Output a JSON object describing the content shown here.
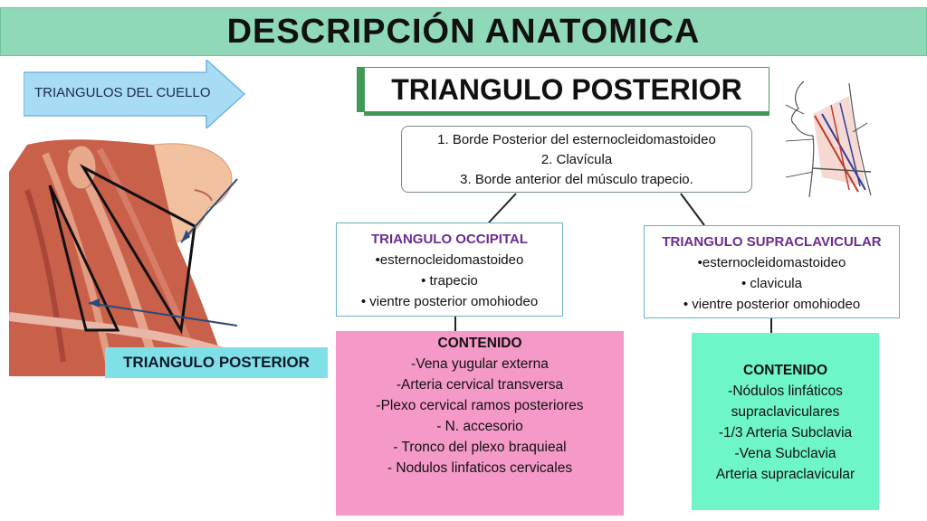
{
  "title": "DESCRIPCIÓN ANATOMICA",
  "arrow_label": "TRIANGULOS DEL CUELLO",
  "section_title": "TRIANGULO POSTERIOR",
  "borders": [
    "1.   Borde Posterior del esternocleidomastoideo",
    "2.   Clavícula",
    "3.   Borde anterior del músculo trapecio."
  ],
  "occipital": {
    "title": "TRIANGULO OCCIPITAL",
    "items": [
      "•esternocleidomastoideo",
      "• trapecio",
      "• vientre posterior omohiodeo"
    ]
  },
  "supraclavicular": {
    "title": "TRIANGULO SUPRACLAVICULAR",
    "items": [
      "•esternocleidomastoideo",
      "• clavicula",
      "• vientre posterior omohiodeo"
    ]
  },
  "content_left": {
    "heading": "CONTENIDO",
    "lines": [
      "-Vena yugular externa",
      "-Arteria cervical transversa",
      "-Plexo cervical ramos posteriores",
      "-    N. accesorio",
      "-    Tronco del plexo braquieal",
      "-    Nodulos linfaticos cervicales"
    ]
  },
  "content_right": {
    "heading": "CONTENIDO",
    "lines": [
      "-Nódulos linfáticos",
      "supraclaviculares",
      "-1/3 Arteria Subclavia",
      "-Vena Subclavia",
      "Arteria supraclavicular"
    ]
  },
  "illustration_label": "TRIANGULO POSTERIOR",
  "colors": {
    "title_bar": "#8fd9b8",
    "arrow_fill": "#a8dcf5",
    "section_accent": "#3f9a55",
    "sub_title": "#6b2c91",
    "content_left_bg": "#f59ac8",
    "content_right_bg": "#6ef5c8",
    "label_bg": "#7fe0e8"
  }
}
